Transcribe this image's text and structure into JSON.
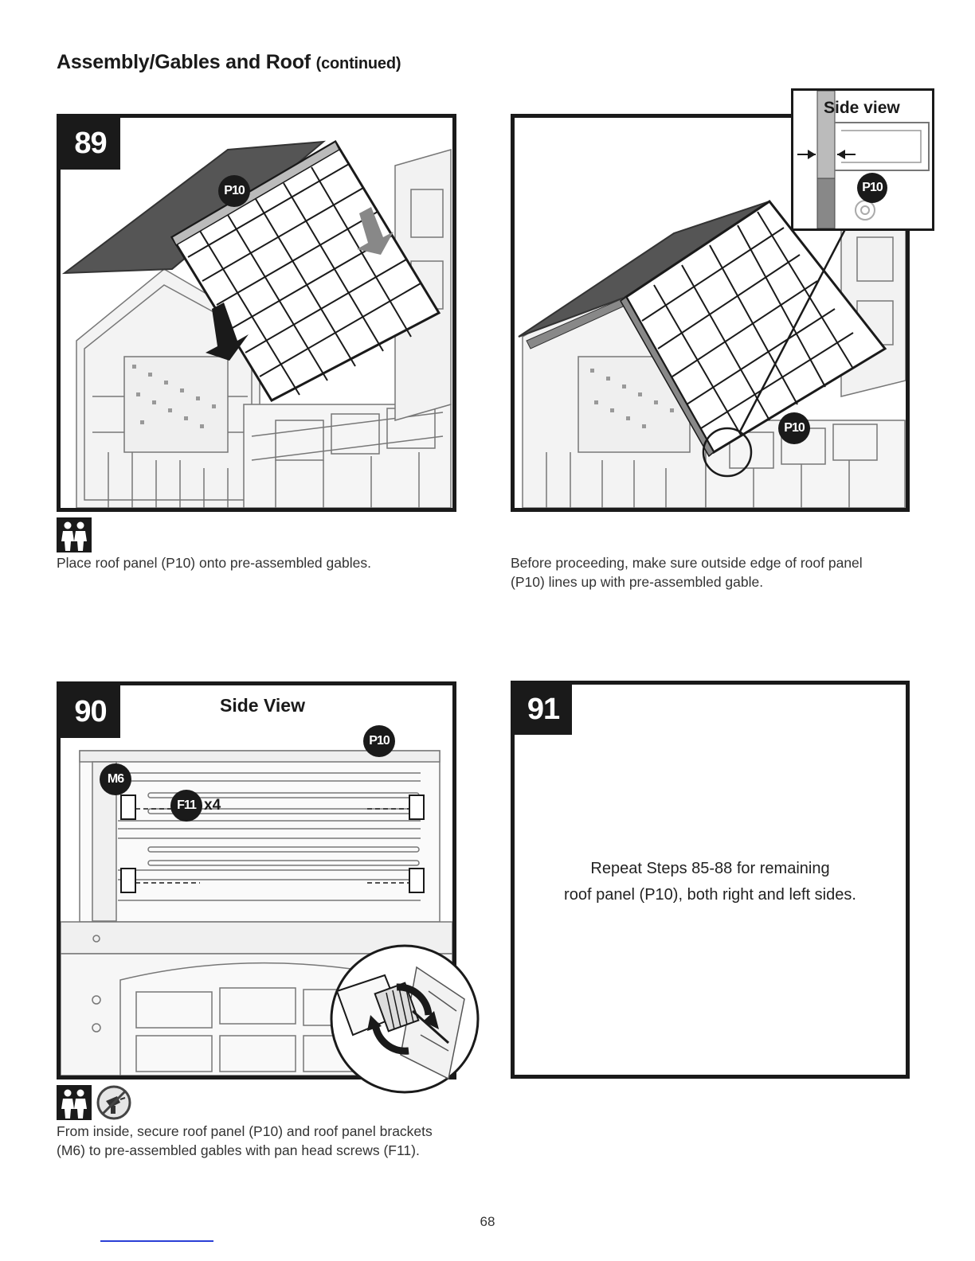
{
  "header": {
    "title": "Assembly/Gables and Roof",
    "title_suffix": "(continued)"
  },
  "steps": [
    {
      "number": "89",
      "part_label": "P10",
      "caption": "Place roof panel (P10) onto pre-assembled gables.",
      "icon": "two-person-icon"
    },
    {
      "number": "",
      "inset_label": "Side view",
      "part_label": "P10",
      "inset_part_label": "P10",
      "caption": "Before proceeding, make sure outside edge of roof panel (P10) lines up with pre-assembled gable."
    },
    {
      "number": "90",
      "heading": "Side View",
      "part_label_p10": "P10",
      "part_label_m6": "M6",
      "part_label_f11": "F11",
      "quantity": "x4",
      "caption": "From inside, secure roof panel (P10) and roof panel brackets (M6) to pre-assembled gables with pan head screws (F11).",
      "icons": [
        "two-person-icon",
        "power-drill-icon"
      ]
    },
    {
      "number": "91",
      "line1": "Repeat Steps 85-88 for remaining",
      "line2": "roof panel (P10), both right and left sides."
    }
  ],
  "footer": {
    "page_number": "68"
  }
}
